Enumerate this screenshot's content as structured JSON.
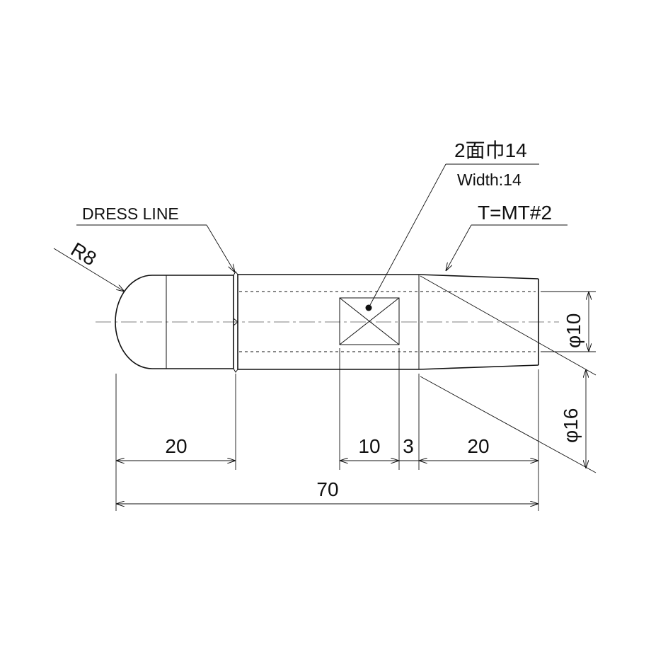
{
  "labels": {
    "dress_line": "DRESS LINE",
    "radius": "R8",
    "flats_jp": "2面巾14",
    "flats_en": "Width:14",
    "taper": "T=MT#2",
    "phi_small": "φ10",
    "phi_large": "φ16",
    "dim_head": "20",
    "dim_flat": "10",
    "dim_gap": "3",
    "dim_taper": "20",
    "dim_total": "70"
  }
}
